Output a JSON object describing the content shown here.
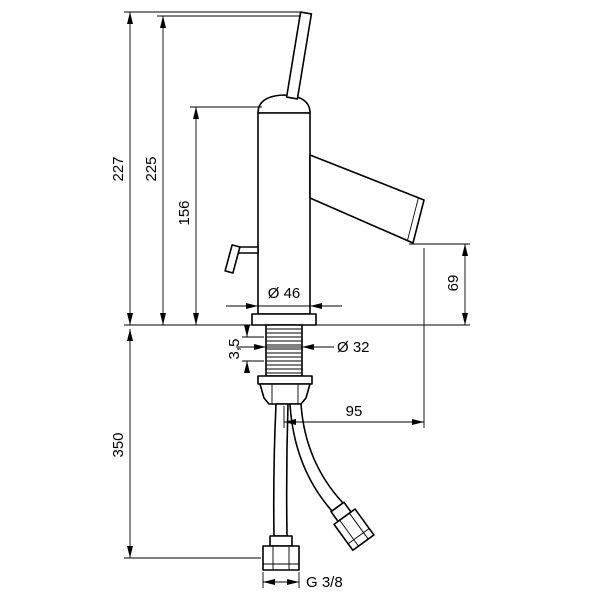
{
  "drawing": {
    "dimension_labels": {
      "total_height": "227",
      "handle_height": "225",
      "body_height": "156",
      "spout_outlet_height": "69",
      "body_diameter": "Ø 46",
      "shank_diameter": "Ø 32",
      "base_plate_thickness": "3,5",
      "spout_reach": "95",
      "hose_length": "350",
      "connection_thread": "G 3/8"
    },
    "colors": {
      "line": "#000000",
      "background": "#ffffff"
    }
  }
}
